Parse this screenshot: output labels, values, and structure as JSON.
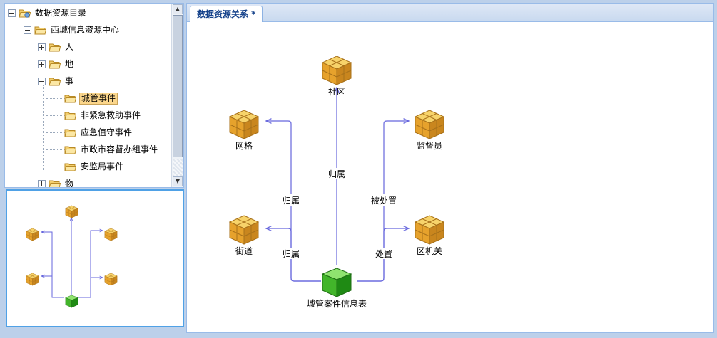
{
  "tree": {
    "items": [
      {
        "label": "数据资源目录",
        "level": 0,
        "toggle": "minus",
        "icon": "catalog-icon"
      },
      {
        "label": "西城信息资源中心",
        "level": 1,
        "toggle": "minus",
        "icon": "folder-icon"
      },
      {
        "label": "人",
        "level": 2,
        "toggle": "plus",
        "icon": "folder-icon"
      },
      {
        "label": "地",
        "level": 2,
        "toggle": "plus",
        "icon": "folder-icon"
      },
      {
        "label": "事",
        "level": 2,
        "toggle": "minus",
        "icon": "folder-icon"
      },
      {
        "label": "城管事件",
        "level": 3,
        "toggle": "none",
        "icon": "folder-icon",
        "selected": true
      },
      {
        "label": "非紧急救助事件",
        "level": 3,
        "toggle": "none",
        "icon": "folder-icon"
      },
      {
        "label": "应急值守事件",
        "level": 3,
        "toggle": "none",
        "icon": "folder-icon"
      },
      {
        "label": "市政市容督办组事件",
        "level": 3,
        "toggle": "none",
        "icon": "folder-icon"
      },
      {
        "label": "安监局事件",
        "level": 3,
        "toggle": "none",
        "icon": "folder-icon"
      },
      {
        "label": "物",
        "level": 2,
        "toggle": "plus",
        "icon": "folder-icon"
      }
    ]
  },
  "main": {
    "tab_label": "数据资源关系 *"
  },
  "graph": {
    "center": {
      "label": "城管案件信息表",
      "icon": "green-cube-icon"
    },
    "nodes": {
      "shequ": {
        "label": "社区",
        "icon": "box-icon"
      },
      "wangge": {
        "label": "网格",
        "icon": "box-icon"
      },
      "jiedao": {
        "label": "街道",
        "icon": "box-icon"
      },
      "jianduyuan": {
        "label": "监督员",
        "icon": "box-icon"
      },
      "qujiguan": {
        "label": "区机关",
        "icon": "box-icon"
      }
    },
    "edges": {
      "to_shequ": "归属",
      "to_wangge": "归属",
      "to_jiedao": "归属",
      "to_jianduyuan": "被处置",
      "to_qujiguan": "处置"
    }
  },
  "colors": {
    "edge": "#6666dd",
    "box": "#e8a92a",
    "center_cube": "#2fae1e",
    "selection": "#fbd68b",
    "overview_border": "#4fa1e6"
  }
}
